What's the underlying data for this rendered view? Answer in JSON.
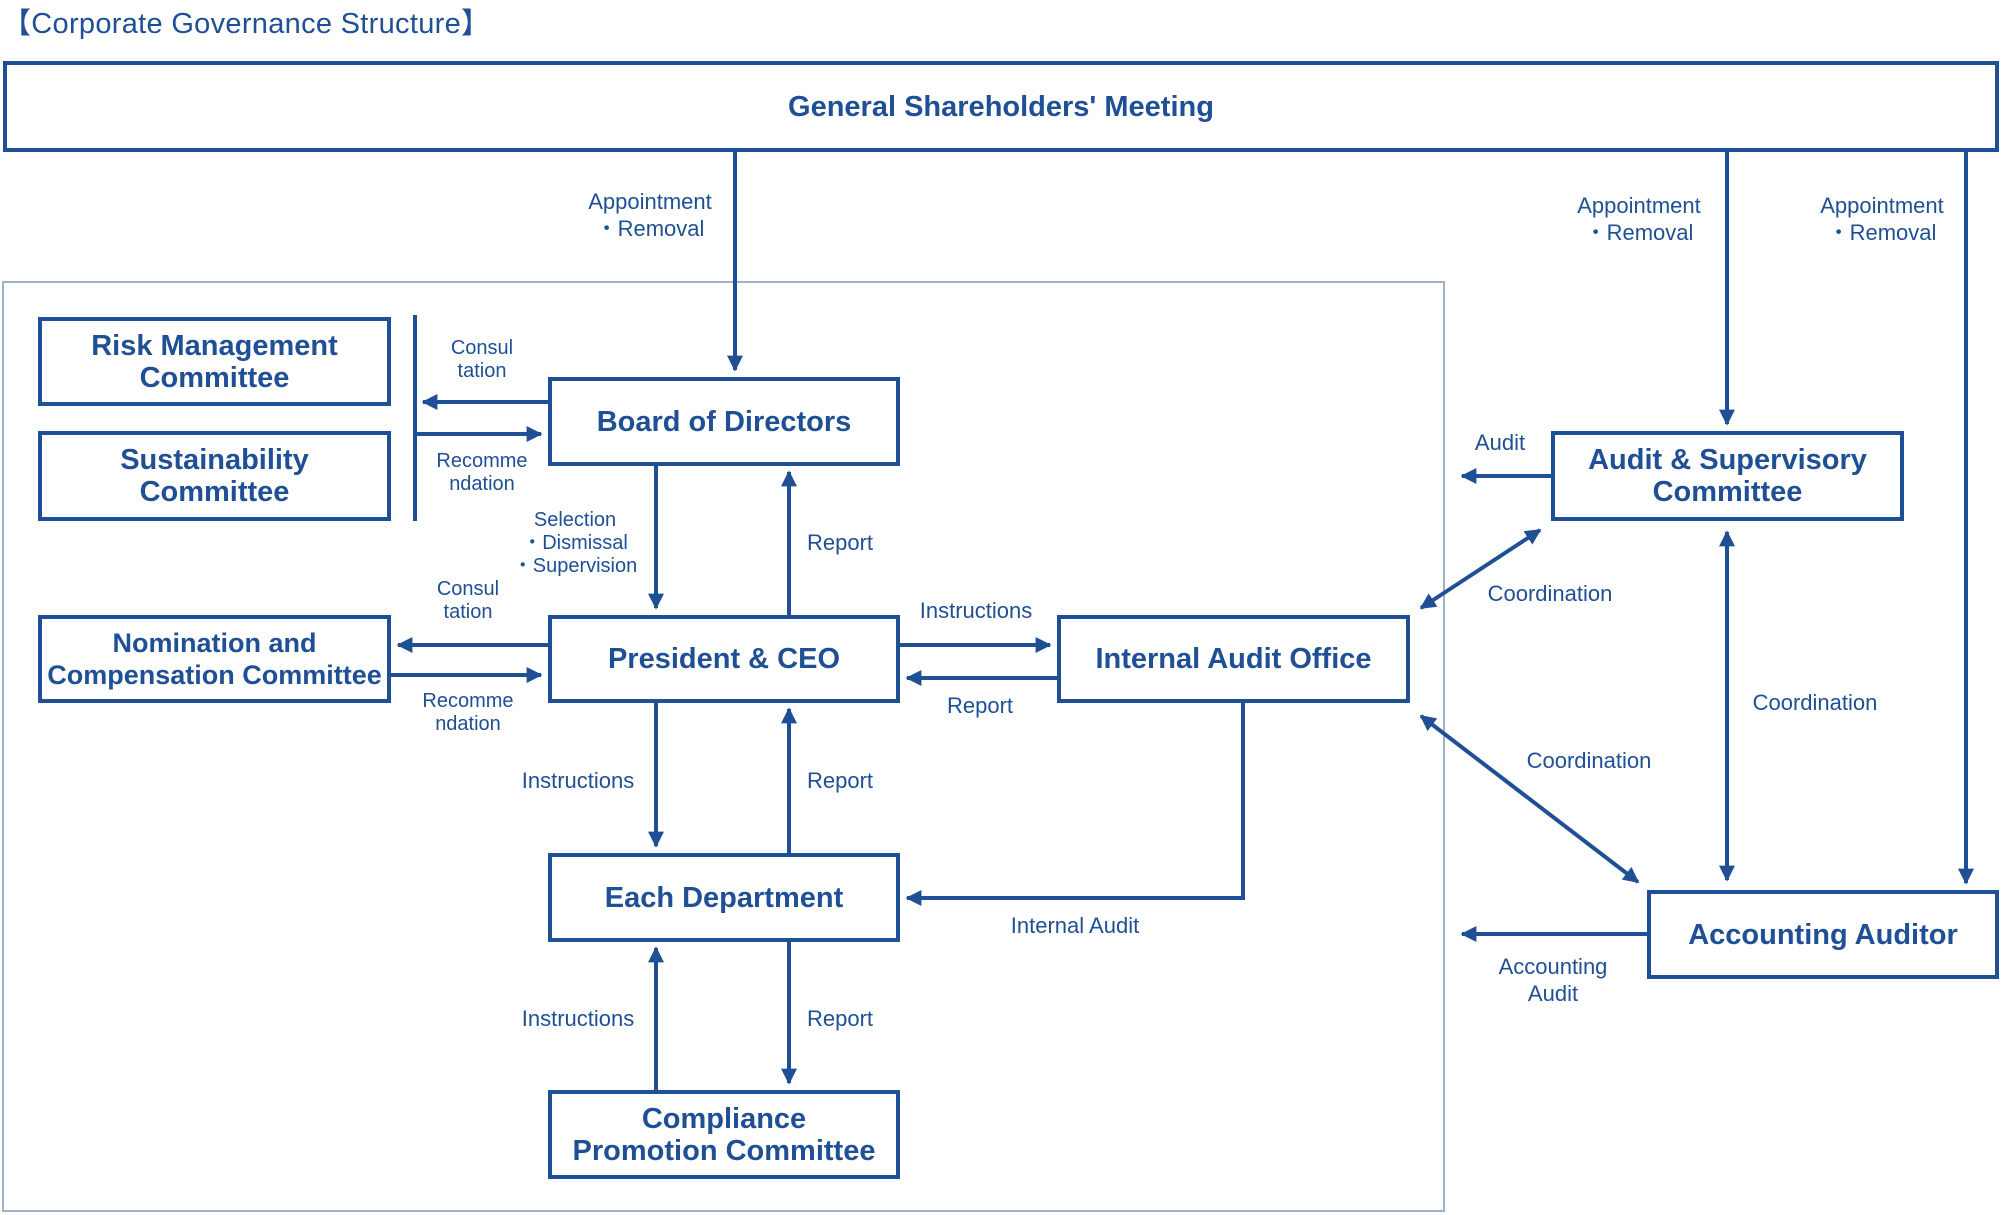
{
  "title": "【Corporate Governance Structure】",
  "colors": {
    "primary": "#1f4f94",
    "frame": "#9fb2cc",
    "background": "#ffffff"
  },
  "boxes": {
    "general_shareholders_meeting": "General Shareholders' Meeting",
    "risk_management_committee": "Risk Management\nCommittee",
    "sustainability_committee": "Sustainability\nCommittee",
    "board_of_directors": "Board of Directors",
    "nomination_compensation_committee": "Nomination and\nCompensation Committee",
    "president_ceo": "President & CEO",
    "internal_audit_office": "Internal Audit Office",
    "each_department": "Each Department",
    "compliance_promotion_committee": "Compliance\nPromotion Committee",
    "audit_supervisory_committee": "Audit & Supervisory\nCommittee",
    "accounting_auditor": "Accounting Auditor"
  },
  "labels": {
    "gsm_to_board": "Appointment\n・Removal",
    "gsm_to_audit_committee": "Appointment\n・Removal",
    "gsm_to_accounting_auditor": "Appointment\n・Removal",
    "board_consultation": "Consul\ntation",
    "board_recommendation": "Recomme\nndation",
    "board_to_president": "Selection\n・Dismissal\n・Supervision",
    "president_to_board_report": "Report",
    "president_consultation": "Consul\ntation",
    "president_recommendation": "Recomme\nndation",
    "president_to_audit_office": "Instructions",
    "audit_office_to_president": "Report",
    "president_to_department": "Instructions",
    "department_to_president": "Report",
    "internal_audit": "Internal Audit",
    "compliance_to_department": "Instructions",
    "department_to_compliance": "Report",
    "audit_committee_audit": "Audit",
    "coordination_audit_office_committee": "Coordination",
    "coordination_committee_auditor": "Coordination",
    "coordination_audit_office_auditor": "Coordination",
    "accounting_audit": "Accounting\nAudit"
  }
}
